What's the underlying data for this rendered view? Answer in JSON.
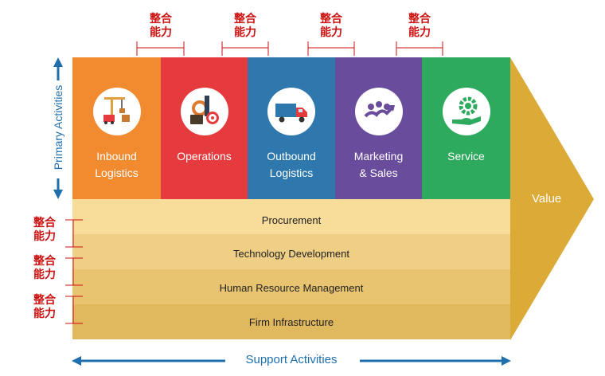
{
  "primary_activities": [
    {
      "label_line1": "Inbound",
      "label_line2": "Logistics",
      "color": "#f28a30",
      "icon": "warehouse-crane-icon"
    },
    {
      "label_line1": "Operations",
      "label_line2": "",
      "color": "#e63b3e",
      "icon": "operations-tools-icon"
    },
    {
      "label_line1": "Outbound",
      "label_line2": "Logistics",
      "color": "#2e78ad",
      "icon": "delivery-truck-icon"
    },
    {
      "label_line1": "Marketing",
      "label_line2": "& Sales",
      "color": "#6a4c9c",
      "icon": "team-growth-icon"
    },
    {
      "label_line1": "Service",
      "label_line2": "",
      "color": "#2eaa5e",
      "icon": "gear-hand-icon"
    }
  ],
  "support_activities": [
    {
      "label": "Procurement",
      "color": "#f7dc9a"
    },
    {
      "label": "Technology Development",
      "color": "#efcf85"
    },
    {
      "label": "Human Resource Management",
      "color": "#e8c370"
    },
    {
      "label": "Firm Infrastructure",
      "color": "#e0b85e"
    }
  ],
  "value_label": "Value",
  "value_color": "#dcaa36",
  "primary_axis_label": "Primary Activities",
  "support_axis_label": "Support Activities",
  "integration_label": {
    "line1": "整合",
    "line2": "能力"
  },
  "accent_blue": "#1f6fad",
  "annotation_red": "#cc1111"
}
